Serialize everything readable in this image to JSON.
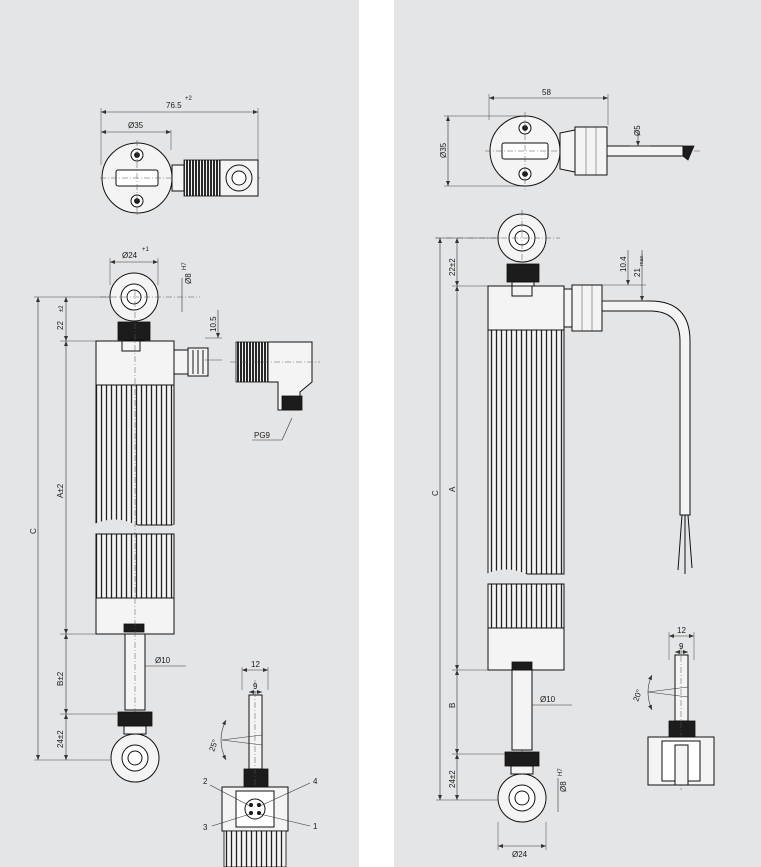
{
  "left": {
    "top_overall": "76.5",
    "top_overall_tol": "+2",
    "top_dia": "Ø35",
    "eye_dia": "Ø24",
    "eye_dia_tol": "+1",
    "pin_dia": "Ø8",
    "pin_tol": "H7",
    "eye_len": "22",
    "eye_len_tol": "±2",
    "conn_offset": "10.5",
    "pg": "PG9",
    "len_a": "A±2",
    "len_c": "C",
    "len_b": "B±2",
    "rod_dia": "Ø10",
    "bot_eye_len": "24±2",
    "w12": "12",
    "w9": "9",
    "angle": "25°",
    "pins": [
      "1",
      "2",
      "3",
      "4"
    ]
  },
  "right": {
    "top_overall": "58",
    "top_dia": "Ø35",
    "cable_dia": "Ø5",
    "eye_len": "22±2",
    "d104": "10.4",
    "d21": "21",
    "d21_sub": "max.",
    "len_c": "C",
    "len_a": "A",
    "len_b": "B",
    "rod_dia": "Ø10",
    "bot_eye_len": "24±2",
    "pin_dia": "Ø8",
    "pin_tol": "H7",
    "eye_dia": "Ø24",
    "w12": "12",
    "w9": "9",
    "angle": "20°"
  }
}
